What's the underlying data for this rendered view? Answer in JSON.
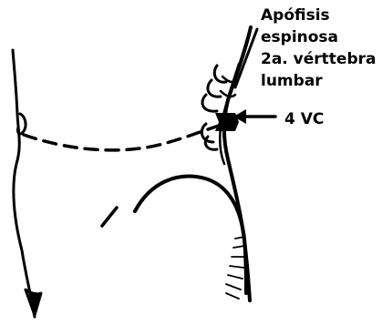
{
  "figure": {
    "labels": {
      "spinous_process": [
        "Apófisis",
        "espinosa",
        "2a. vérttebra",
        "lumbar"
      ],
      "vc": "4 VC"
    },
    "colors": {
      "ink": "#000000",
      "background": "#ffffff"
    }
  }
}
